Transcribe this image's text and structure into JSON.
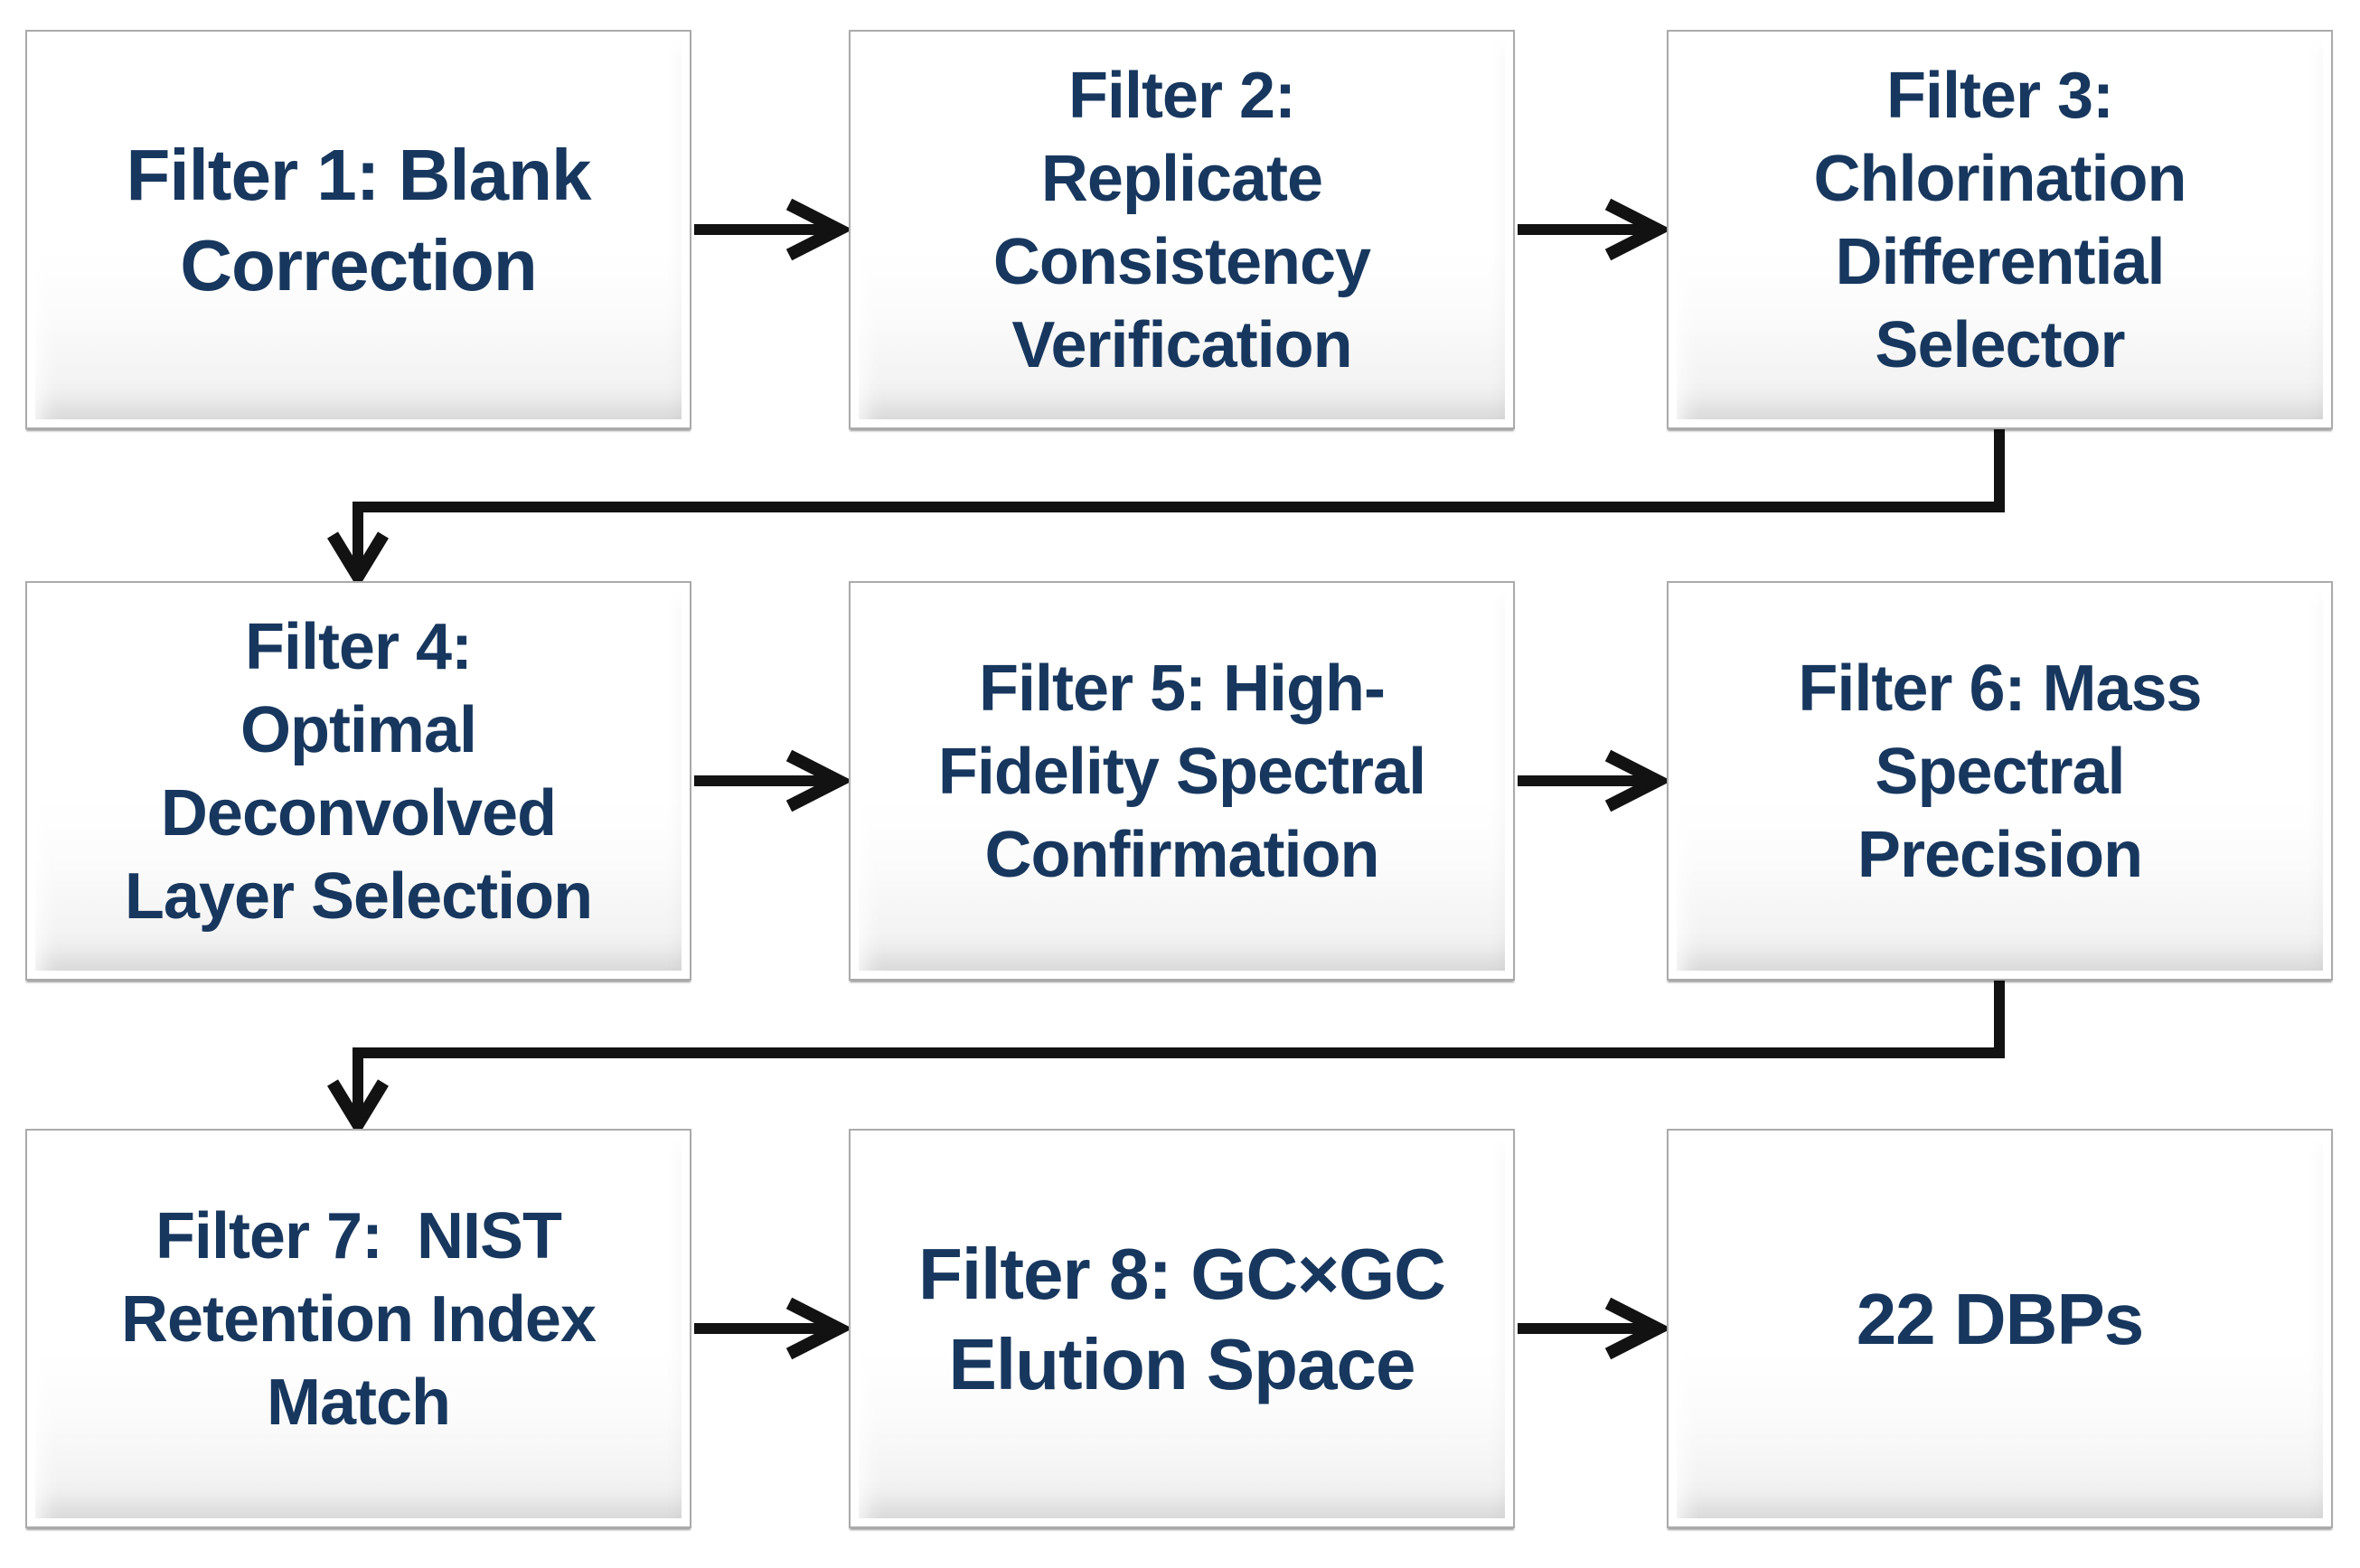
{
  "figure": {
    "colors": {
      "background": "#FFFFFF",
      "text_color": "#17375E",
      "arrow_color": "#121212",
      "box_border_color": "#ABABAB"
    },
    "boxes": [
      {
        "id": "filter-1",
        "lines": [
          "Filter 1: Blank",
          "Correction"
        ]
      },
      {
        "id": "filter-2",
        "lines": [
          "Filter 2:",
          "Replicate",
          "Consistency",
          "Verification"
        ]
      },
      {
        "id": "filter-3",
        "lines": [
          "Filter 3:",
          "Chlorination",
          "Differential",
          "Selector"
        ]
      },
      {
        "id": "filter-4",
        "lines": [
          "Filter 4:",
          "Optimal",
          "Deconvolved",
          "Layer Selection"
        ]
      },
      {
        "id": "filter-5",
        "lines": [
          "Filter 5: High-",
          "Fidelity Spectral",
          "Confirmation"
        ]
      },
      {
        "id": "filter-6",
        "lines": [
          "Filter 6: Mass",
          "Spectral",
          "Precision"
        ]
      },
      {
        "id": "filter-7",
        "lines": [
          "Filter 7:  NIST",
          "Retention Index",
          "Match"
        ]
      },
      {
        "id": "filter-8",
        "lines": [
          "Filter 8: GC×GC",
          "Elution Space"
        ]
      },
      {
        "id": "result",
        "lines": [
          "22 DBPs"
        ]
      }
    ],
    "flow": [
      {
        "from": "filter-1",
        "to": "filter-2"
      },
      {
        "from": "filter-2",
        "to": "filter-3"
      },
      {
        "from": "filter-3",
        "to": "filter-4"
      },
      {
        "from": "filter-4",
        "to": "filter-5"
      },
      {
        "from": "filter-5",
        "to": "filter-6"
      },
      {
        "from": "filter-6",
        "to": "filter-7"
      },
      {
        "from": "filter-7",
        "to": "filter-8"
      },
      {
        "from": "filter-8",
        "to": "result"
      }
    ]
  }
}
